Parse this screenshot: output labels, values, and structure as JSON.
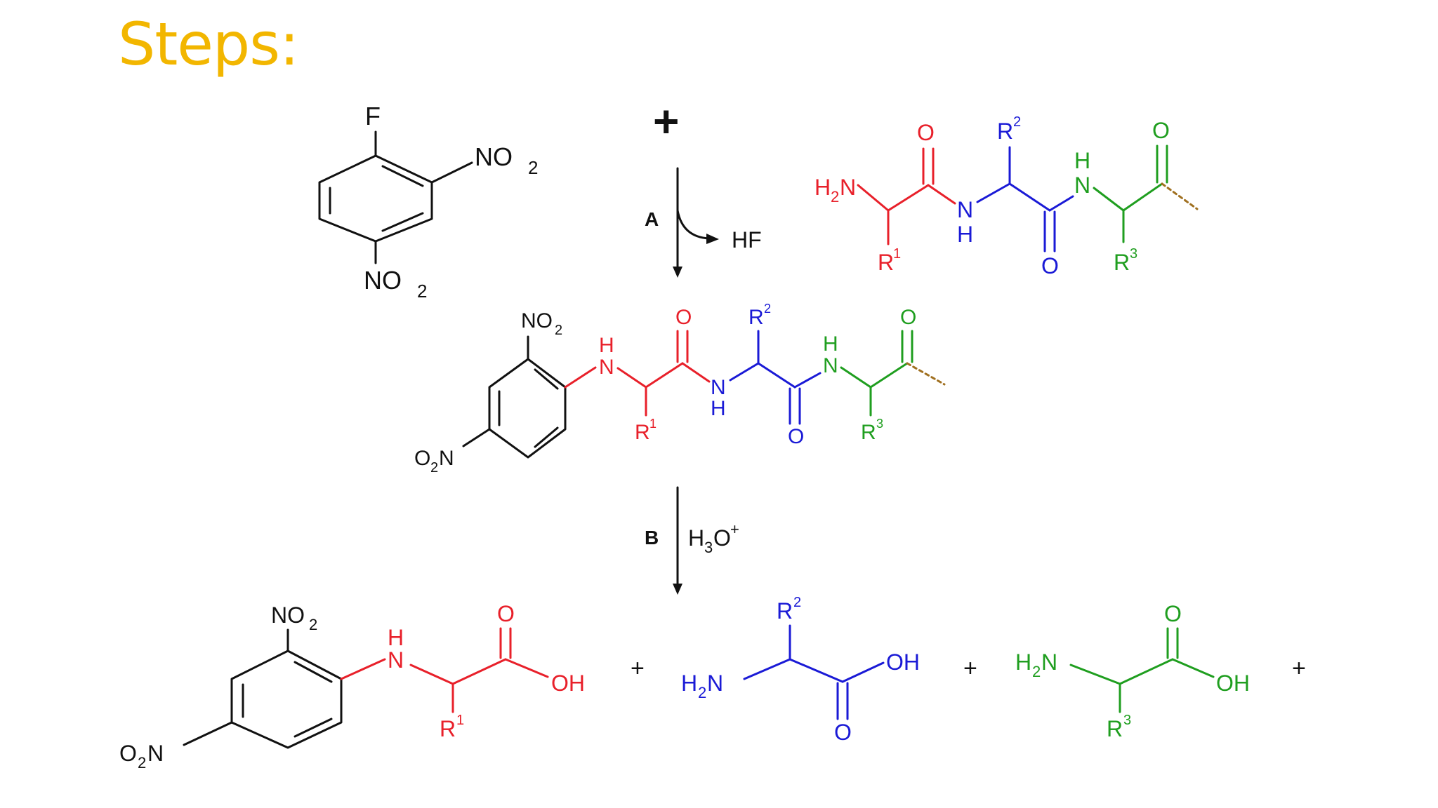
{
  "slide": {
    "title": "Steps:"
  },
  "colors": {
    "title": "#f2b600",
    "residue1": "#e8202a",
    "residue2": "#1a1ad6",
    "residue3": "#1f9e1f",
    "reagent": "#111111"
  },
  "labels": {
    "F": "F",
    "NO": "NO",
    "two": "2",
    "O": "O",
    "N": "N",
    "H": "H",
    "R": "R",
    "one": "1",
    "three": "3",
    "OH": "OH",
    "plus": "+",
    "stepA": "A",
    "stepB": "B",
    "HF": "HF",
    "H3O_H": "H",
    "H3O_3": "3",
    "H3O_O": "O",
    "sup_plus": "+"
  }
}
